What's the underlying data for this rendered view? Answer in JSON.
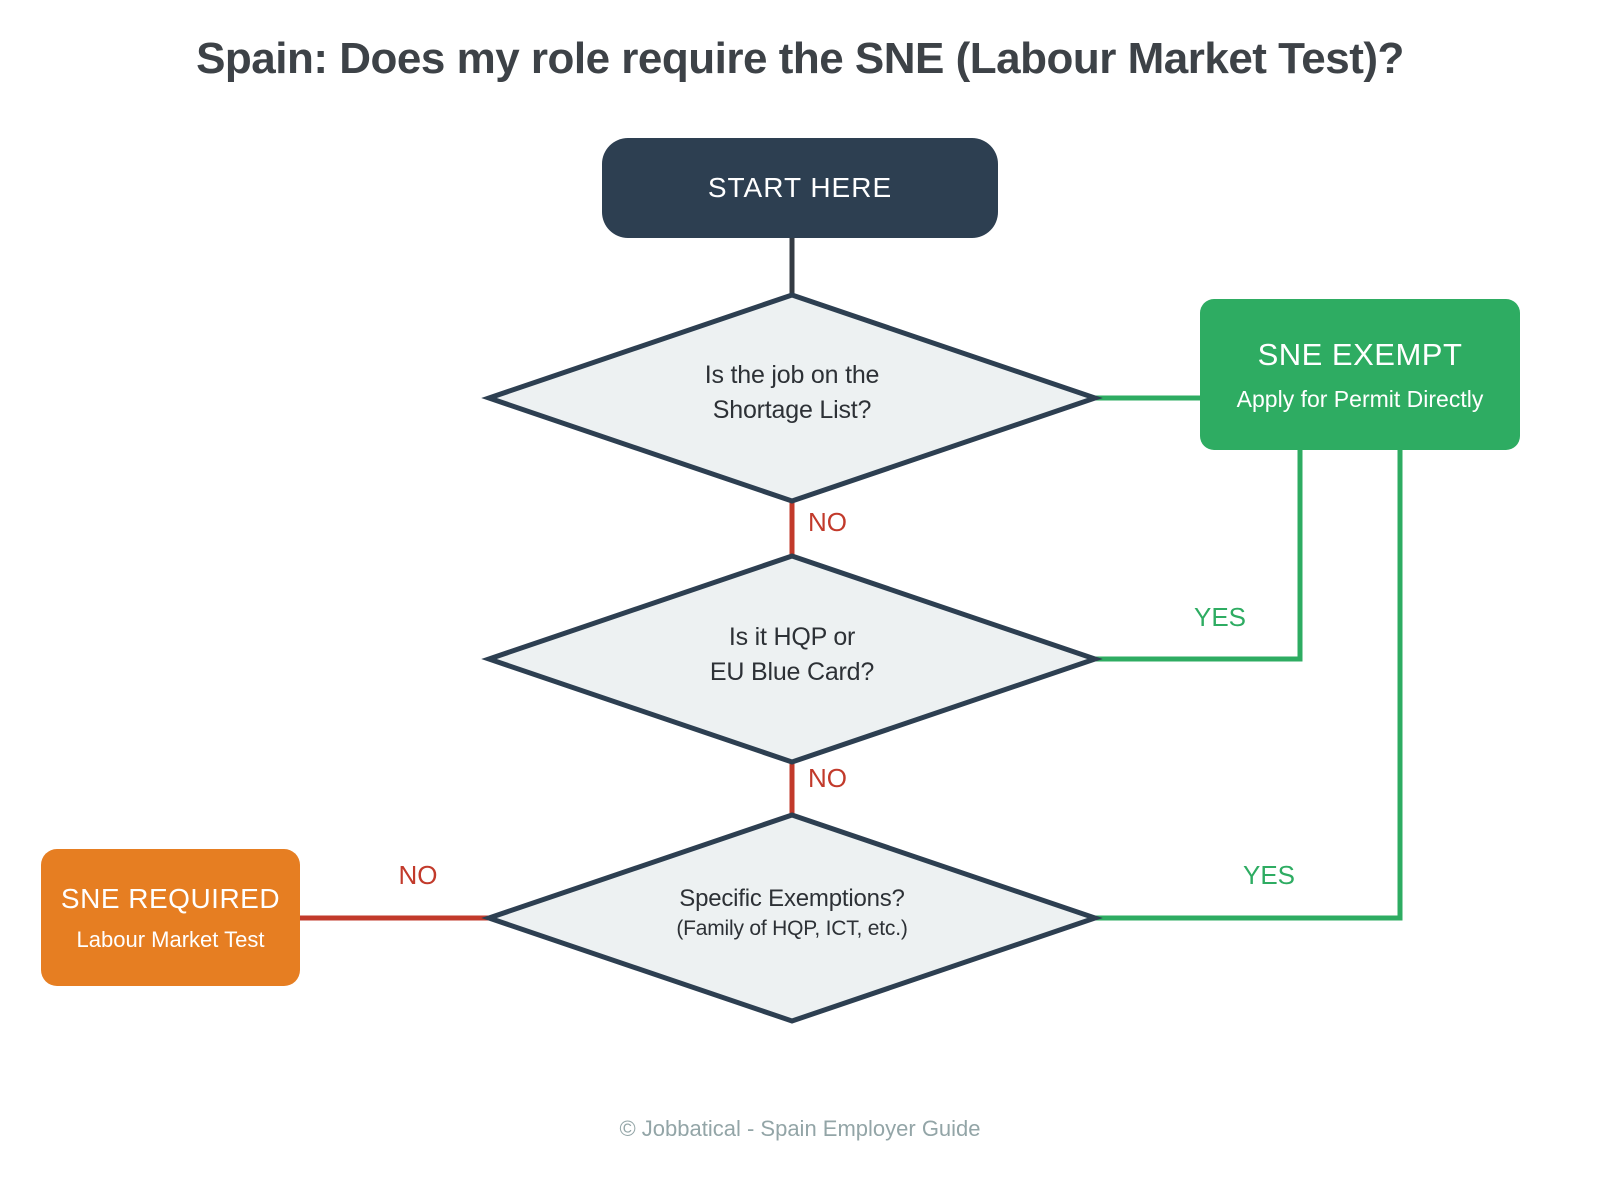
{
  "title": "Spain: Does my role require the SNE (Labour Market Test)?",
  "footer": "© Jobbatical - Spain Employer Guide",
  "colors": {
    "navy": "#2d3f51",
    "ink": "#343b43",
    "green": "#2eac62",
    "red": "#c23a2b",
    "orange": "#e67e22",
    "fill": "#edf1f2",
    "text": "#2d3136",
    "title_color": "#3d4247",
    "gray": "#93a5a7"
  },
  "nodes": {
    "start": {
      "label": "START HERE"
    },
    "shortage": {
      "line1": "Is the job on the",
      "line2": "Shortage List?"
    },
    "hqp": {
      "line1": "Is it HQP or",
      "line2": "EU Blue Card?"
    },
    "exemptions": {
      "line1": "Specific Exemptions?",
      "line2": "(Family of HQP, ICT, etc.)"
    },
    "exempt": {
      "title": "SNE EXEMPT",
      "subtitle": "Apply for Permit Directly"
    },
    "required": {
      "title": "SNE REQUIRED",
      "subtitle": "Labour Market Test"
    }
  },
  "edges": [
    {
      "from": "start",
      "to": "shortage",
      "label": ""
    },
    {
      "from": "shortage",
      "to": "exempt",
      "label": ""
    },
    {
      "from": "shortage",
      "to": "hqp",
      "label": "NO"
    },
    {
      "from": "hqp",
      "to": "exempt",
      "label": "YES"
    },
    {
      "from": "hqp",
      "to": "exemptions",
      "label": "NO"
    },
    {
      "from": "exemptions",
      "to": "exempt",
      "label": "YES"
    },
    {
      "from": "exemptions",
      "to": "required",
      "label": "NO"
    }
  ]
}
